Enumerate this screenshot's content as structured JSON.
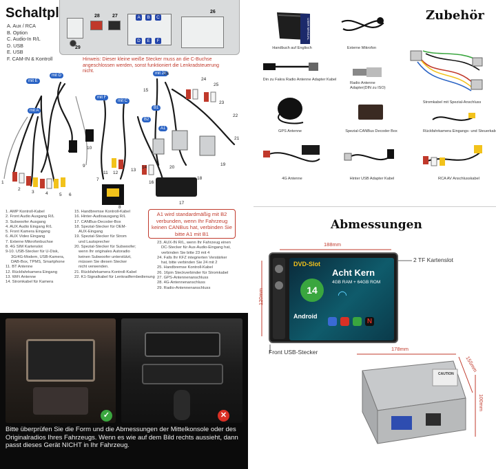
{
  "schaltplan": {
    "title": "Schaltplan",
    "legend": [
      "A. Aux / RCA",
      "B. Option",
      "C. Audio-In R/L",
      "D. USB",
      "E. USB",
      "F. CAM-IN & Kontroll"
    ],
    "hint": "Hinweis: Dieser kleine weiße Stecker muss an die C-Buchse angeschlossen werden, sonst funktioniert die Lenkradsteuerung nicht.",
    "connector_letters": [
      "A",
      "B",
      "C",
      "D",
      "E",
      "F"
    ],
    "pin_numbers": [
      "28",
      "27",
      "29",
      "26"
    ],
    "mid_tags": [
      "mit D",
      "mit E",
      "mit A",
      "mit F",
      "mit C",
      "mit 26"
    ],
    "part_numbers": [
      "1",
      "2",
      "3",
      "4",
      "5",
      "6",
      "7",
      "8",
      "9",
      "10",
      "11",
      "12",
      "13",
      "14",
      "15",
      "16",
      "17",
      "18",
      "19",
      "20",
      "21",
      "22",
      "23",
      "24",
      "25",
      "26",
      "B2",
      "B1",
      "A1"
    ],
    "a1_note": "A1 wird standardmäßig mit B2 verbunden, wenn Ihr Fahrzeug keinen CANBus hat, verbinden Sie bitte A1 mit B1",
    "list_col1": [
      "1. AMP Kontroll-Kabel",
      "2. Front Audio Ausgang R/L",
      "3. Subwoofer Ausgang",
      "4. AUX Audio Eingang R/L",
      "5. Front Kamera Eingang",
      "6. AUX Video Eingang",
      "7. Externe Mikrofonbuchse",
      "8. 4G SIM Kartenslot",
      "9-10. USB-Stecker für U-Disk,",
      "3G/4G-Modem, USB-Kamera,",
      "DAB-Box, TPMS, Smartphone",
      "11. BT Antenne",
      "12. Rückfahrkamera Eingang",
      "13. WiFi Antenne",
      "14. Stromkabel für Kamera"
    ],
    "list_col2": [
      "15. Handbremse Kontroll-Kabel",
      "16. Hinter-Audioausgang R/L",
      "17. CANBus-Decoder-Box",
      "18. Spezial-Stecker für OEM-",
      "AUX-Eingang",
      "19. Spezial-Stecker für Strom",
      "und Lautsprecher",
      "20. Spezial-Stecker für Subwoofer;",
      "wenn Ihr originales Autoradio",
      "keinen Subwoofer unterstützt,",
      "müssen Sie diesen Stecker",
      "nicht verwenden.",
      "21. Rückfahrkamera Kontroll-Kabel",
      "22. K1-Signalkabel für Lenkradfernbedienung"
    ],
    "list_col3": [
      "23. AUX-IN R/L, wenn Ihr Fahrzeug einen",
      "DC-Stecker für Aux-Audio-Eingang hat,",
      "verbinden Sie bitte 23 mit 4",
      "24. Falls Ihr KFZ integrierten Verstärker",
      "hat, bitte verbinden Sie 24 mit 2",
      "25. Handbremse Kontroll-Kabel",
      "26. 16pin Steckverbinder für Stromkabel",
      "27. GPS-Antennenanschluss",
      "28. 4G-Antennenanschluss",
      "29. Radio-Antennenanschluss"
    ]
  },
  "zubehoer": {
    "title": "Zubehör",
    "items": [
      {
        "label": "Handbuch auf Englisch",
        "icon": "manual-pouch-icon"
      },
      {
        "label": "Externe Mikrofon",
        "icon": "microphone-icon"
      },
      {
        "label": "Din zu Fakra Radio Antenne Adapter Kabel",
        "icon": "antenna-adapter-icon"
      },
      {
        "label": "Radio Antenne Adapter(DIN zu ISO)",
        "icon": "din-iso-adapter-icon"
      },
      {
        "label": "Stromkabel mit Spezial-Anschluss",
        "icon": "power-harness-icon"
      },
      {
        "label": "GPS Antenne",
        "icon": "gps-antenna-icon"
      },
      {
        "label": "Spezial-CANBus Decoder Box",
        "icon": "canbus-box-icon"
      },
      {
        "label": "Rückfahrkamera Eingangs- und Steuerkabel",
        "icon": "camera-cable-icon"
      },
      {
        "label": "4G Antenne",
        "icon": "4g-antenna-icon"
      },
      {
        "label": "Hinter USB Adapter Kabel",
        "icon": "usb-cable-icon"
      },
      {
        "label": "RCA AV Anschlusskabel",
        "icon": "rca-cable-icon"
      }
    ],
    "manual_text": "USER MANUAL"
  },
  "abmessungen": {
    "title": "Abmessungen",
    "width_top": "188mm",
    "height_left": "120mm",
    "slot_label": "2 TF Kartenslot",
    "usb_label": "Front USB-Stecker",
    "body_width": "178mm",
    "body_depth": "155mm",
    "body_height": "100mm",
    "screen": {
      "line1": "DVD-Slot",
      "line2": "Acht Kern",
      "line3": "4GB RAM + 64GB ROM",
      "android_version": "14",
      "android_label": "Android",
      "caution": "CAUTION"
    }
  },
  "photos": {
    "caption": "Bitte überprüfen Sie die Form und die Abmessungen der Mittelkonsole oder des Originalradios Ihres Fahrzeugs. Wenn es wie auf dem Bild rechts aussieht, dann passt dieses Gerät NICHT in Ihr Fahrzeug.",
    "ok_mark": "✓",
    "no_mark": "✕",
    "colors": {
      "ok": "#3aa63f",
      "no": "#d93025"
    }
  }
}
